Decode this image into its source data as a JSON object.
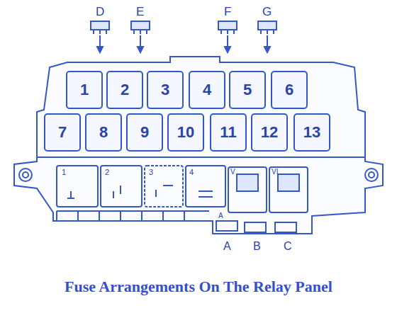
{
  "diagram": {
    "caption": "Fuse Arrangements On The Relay Panel",
    "nodes": [
      {
        "text": [
          "1"
        ]
      },
      {
        "text": [
          "2"
        ]
      },
      {
        "text": [
          "3"
        ]
      },
      {
        "text": [
          "4"
        ]
      },
      {
        "text": [
          "5"
        ]
      },
      {
        "text": [
          "6"
        ]
      },
      {
        "text": [
          "7"
        ]
      },
      {
        "text": [
          "8"
        ]
      },
      {
        "text": [
          "9"
        ]
      },
      {
        "text": [
          "10"
        ]
      },
      {
        "text": [
          "11"
        ]
      },
      {
        "text": [
          "12"
        ]
      },
      {
        "text": [
          "13"
        ]
      }
    ],
    "labels": [
      "D",
      "E",
      "F",
      "G",
      "1",
      "2",
      "3",
      "4",
      "V",
      "VI",
      "A",
      "A",
      "B",
      "C"
    ]
  }
}
